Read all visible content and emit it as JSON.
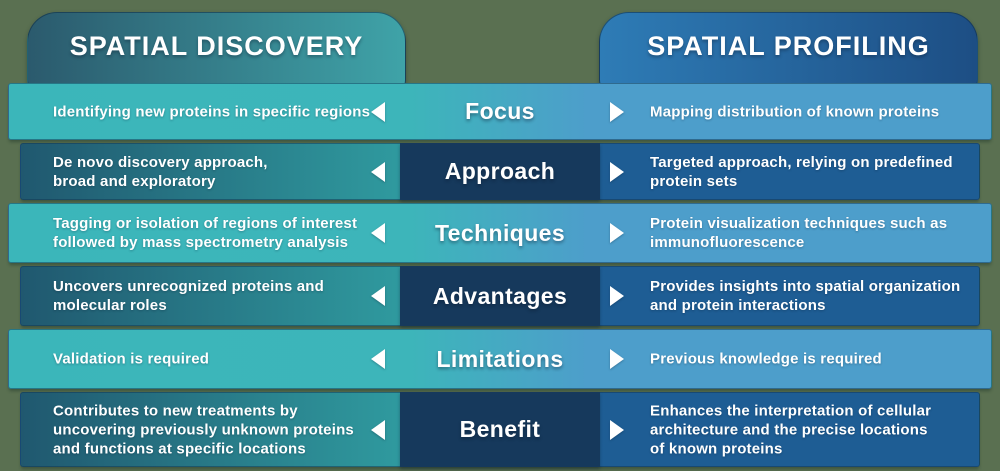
{
  "left_column": {
    "title": "SPATIAL DISCOVERY"
  },
  "right_column": {
    "title": "SPATIAL PROFILING"
  },
  "rows": [
    {
      "label": "Focus",
      "left": "Identifying new proteins in specific regions",
      "right": "Mapping distribution of known proteins",
      "style": "light"
    },
    {
      "label": "Approach",
      "left": "De novo discovery approach,\nbroad and exploratory",
      "right": "Targeted approach, relying on predefined\nprotein sets",
      "style": "dark"
    },
    {
      "label": "Techniques",
      "left": "Tagging or isolation of regions of interest\nfollowed by mass spectrometry analysis",
      "right": "Protein visualization techniques such as\nimmunofluorescence",
      "style": "light"
    },
    {
      "label": "Advantages",
      "left": "Uncovers unrecognized proteins and\nmolecular roles",
      "right": "Provides insights into spatial organization\nand protein interactions",
      "style": "dark"
    },
    {
      "label": "Limitations",
      "left": "Validation is required",
      "right": "Previous knowledge is required",
      "style": "light"
    },
    {
      "label": "Benefit",
      "left": "Contributes to new treatments by\nuncovering previously unknown proteins\nand functions at specific locations",
      "right": "Enhances the interpretation of cellular\narchitecture and the precise locations\nof known proteins",
      "style": "dark"
    }
  ],
  "icons": {
    "left_arrow": "◀",
    "right_arrow": "▶"
  },
  "colors": {
    "background": "#5a7051",
    "teal_light": "#3bb6ba",
    "blue_light": "#4d9ecb",
    "teal_dark_gradient_from": "#20586f",
    "teal_dark_gradient_to": "#2f999e",
    "blue_dark": "#1e5d94",
    "navy_label_box": "#16395c",
    "tab_left_from": "#2b5a6d",
    "tab_left_to": "#3fa3a8",
    "tab_right_from": "#2e7cb6",
    "tab_right_to": "#1d4e84",
    "text": "#ffffff"
  }
}
